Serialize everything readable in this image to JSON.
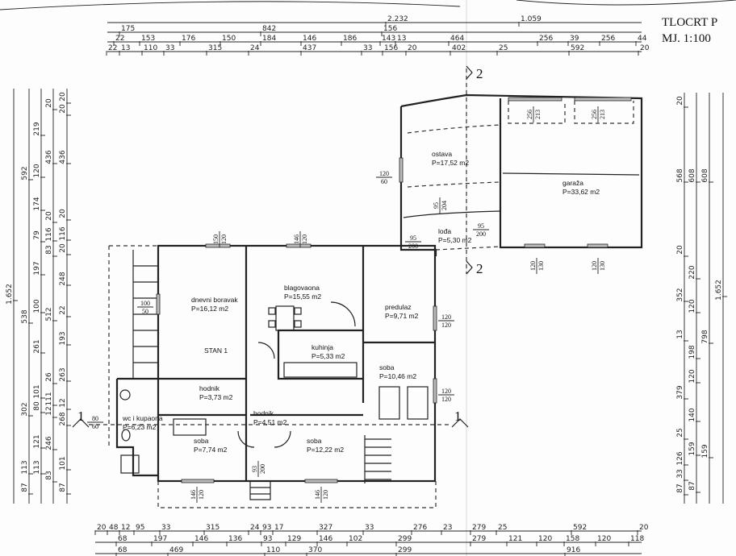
{
  "title": "TLOCRT P",
  "scale": "MJ. 1:100",
  "rooms": [
    {
      "name": "dnevni boravak",
      "area": "P=16,12 m2"
    },
    {
      "name": "STAN 1",
      "area": ""
    },
    {
      "name": "blagovaona",
      "area": "P=15,55 m2"
    },
    {
      "name": "kuhinja",
      "area": "P=5,33 m2"
    },
    {
      "name": "predulaz",
      "area": "P=9,71 m2"
    },
    {
      "name": "soba",
      "area": "P=10,46 m2"
    },
    {
      "name": "hodnik",
      "area": "P=3,73 m2"
    },
    {
      "name": "hodnik",
      "area": "P=4,51 m2"
    },
    {
      "name": "wc i kupaona",
      "area": "P=6,23 m2"
    },
    {
      "name": "soba",
      "area": "P=7,74 m2"
    },
    {
      "name": "soba",
      "area": "P=12,22 m2"
    },
    {
      "name": "ostava",
      "area": "P=17,52 m2"
    },
    {
      "name": "garaža",
      "area": "P=33,62 m2"
    },
    {
      "name": "lođa",
      "area": "P=5,30 m2"
    }
  ],
  "openings": [
    {
      "w": "150",
      "h": "120"
    },
    {
      "w": "146",
      "h": "120"
    },
    {
      "w": "120",
      "h": "120"
    },
    {
      "w": "120",
      "h": "120"
    },
    {
      "w": "146",
      "h": "120"
    },
    {
      "w": "146",
      "h": "120"
    },
    {
      "w": "93",
      "h": "200"
    },
    {
      "w": "100",
      "h": "50"
    },
    {
      "w": "80",
      "h": "60"
    },
    {
      "w": "120",
      "h": "60"
    },
    {
      "w": "95",
      "h": "204"
    },
    {
      "w": "95",
      "h": "200"
    },
    {
      "w": "95",
      "h": "200"
    },
    {
      "w": "256",
      "h": "213"
    },
    {
      "w": "256",
      "h": "213"
    },
    {
      "w": "120",
      "h": "130"
    },
    {
      "w": "120",
      "h": "130"
    }
  ],
  "sections": [
    "1",
    "1",
    "2",
    "2"
  ],
  "dimensions": {
    "top": [
      [
        "2.232",
        "1.059"
      ],
      [
        "175",
        "842",
        "156"
      ],
      [
        "22",
        "153",
        "176",
        "150",
        "184",
        "146",
        "186",
        "143",
        "13",
        "464",
        "256",
        "39",
        "256",
        "44"
      ],
      [
        "22",
        "13",
        "110",
        "33",
        "315",
        "24",
        "437",
        "33",
        "156",
        "20",
        "402",
        "25",
        "592",
        "20"
      ]
    ],
    "bottom": [
      [
        "20",
        "48",
        "12",
        "95",
        "33",
        "315",
        "24",
        "93",
        "17",
        "327",
        "33",
        "276",
        "23",
        "279",
        "25",
        "592",
        "20"
      ],
      [
        "68",
        "197",
        "146",
        "136",
        "93",
        "129",
        "146",
        "102",
        "299",
        "279",
        "121",
        "120",
        "158",
        "120",
        "118"
      ],
      [
        "68",
        "469",
        "110",
        "370",
        "299",
        "916"
      ]
    ],
    "left": [
      [
        "1.652"
      ],
      [
        "592",
        "538",
        "302",
        "113",
        "87"
      ],
      [
        "219",
        "120",
        "174",
        "79",
        "197",
        "100",
        "261",
        "101",
        "80",
        "121",
        "113"
      ],
      [
        "20",
        "436",
        "20",
        "116",
        "83",
        "512",
        "26",
        "111",
        "12",
        "246",
        "83"
      ],
      [
        "20",
        "20",
        "436",
        "20",
        "116",
        "20",
        "248",
        "22",
        "193",
        "263",
        "12",
        "268",
        "101",
        "87"
      ]
    ],
    "right": [
      [
        "20",
        "568",
        "20",
        "352",
        "13",
        "379",
        "25",
        "126",
        "33",
        "87"
      ],
      [
        "608",
        "220",
        "120",
        "198",
        "120",
        "140",
        "159",
        "87"
      ],
      [
        "608",
        "798",
        "159"
      ],
      [
        "1.652"
      ]
    ]
  }
}
